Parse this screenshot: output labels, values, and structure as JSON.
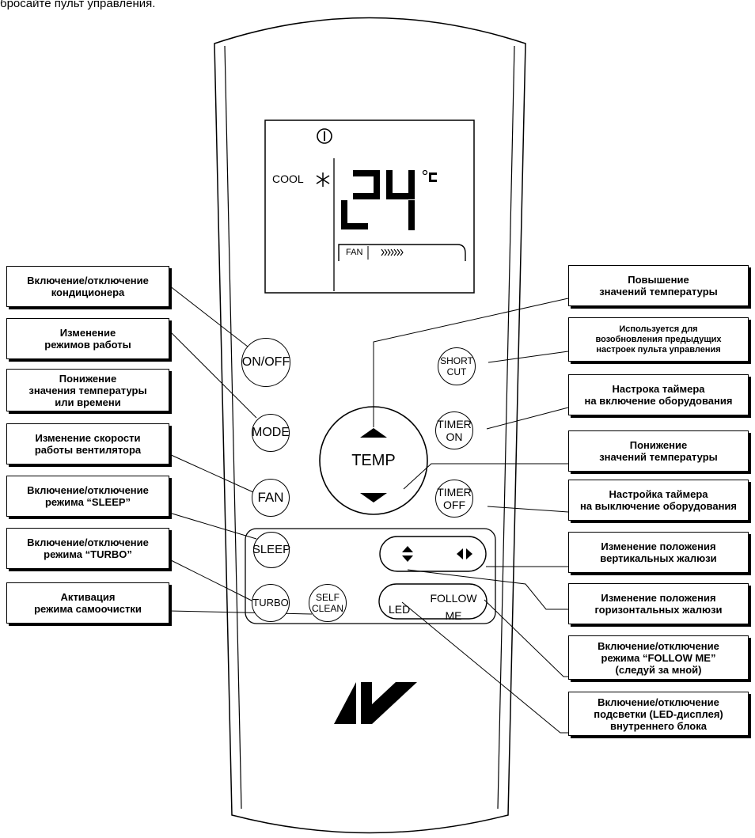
{
  "top_caption": "бросайте пульт управления.",
  "display": {
    "mode_text": "COOL",
    "snowflake": "snowflake-icon",
    "power_icon": "power-icon",
    "temp_digits": "24",
    "unit": "°C",
    "fan_text": "FAN",
    "fan_indicator": "fan-speed-icon"
  },
  "buttons": {
    "on_off": "ON/OFF",
    "mode": "MODE",
    "fan": "FAN",
    "sleep": "SLEEP",
    "turbo": "TURBO",
    "self_clean_1": "SELF",
    "self_clean_2": "CLEAN",
    "short_cut_1": "SHORT",
    "short_cut_2": "CUT",
    "temp": "TEMP",
    "timer_on_1": "TIMER",
    "timer_on_2": "ON",
    "timer_off_1": "TIMER",
    "timer_off_2": "OFF",
    "led": "LED",
    "follow_me_1": "FOLLOW",
    "follow_me_2": "ME"
  },
  "callouts_left": {
    "onoff": [
      "Включение/отключение",
      "кондиционера"
    ],
    "mode": [
      "Изменение",
      "режимов работы"
    ],
    "temp_down": [
      "Понижение",
      "значения температуры",
      "или времени"
    ],
    "fan": [
      "Изменение скорости",
      "работы вентилятора"
    ],
    "sleep": [
      "Включение/отключение",
      "режима “SLEEP”"
    ],
    "turbo": [
      "Включение/отключение",
      "режима “TURBO”"
    ],
    "self_clean": [
      "Активация",
      "режима самоочистки"
    ]
  },
  "callouts_right": {
    "temp_up": [
      "Повышение",
      "значений температуры"
    ],
    "shortcut": [
      "Используется для",
      "возобновления предыдущих",
      "настроек пульта управления"
    ],
    "timer_on": [
      "Настрока таймера",
      "на включение оборудования"
    ],
    "temp_down": [
      "Понижение",
      "значений температуры"
    ],
    "timer_off": [
      "Настройка таймера",
      "на выключение оборудования"
    ],
    "vertical": [
      "Изменение положения",
      "вертикальных жалюзи"
    ],
    "horizontal": [
      "Изменение положения",
      "горизонтальных жалюзи"
    ],
    "follow_me": [
      "Включение/отключение",
      "режима “FOLLOW ME”",
      "(следуй за мной)"
    ],
    "led": [
      "Включение/отключение",
      "подсветки (LED-дисплея)",
      "внутреннего блока"
    ]
  },
  "logo": "brand-logo"
}
